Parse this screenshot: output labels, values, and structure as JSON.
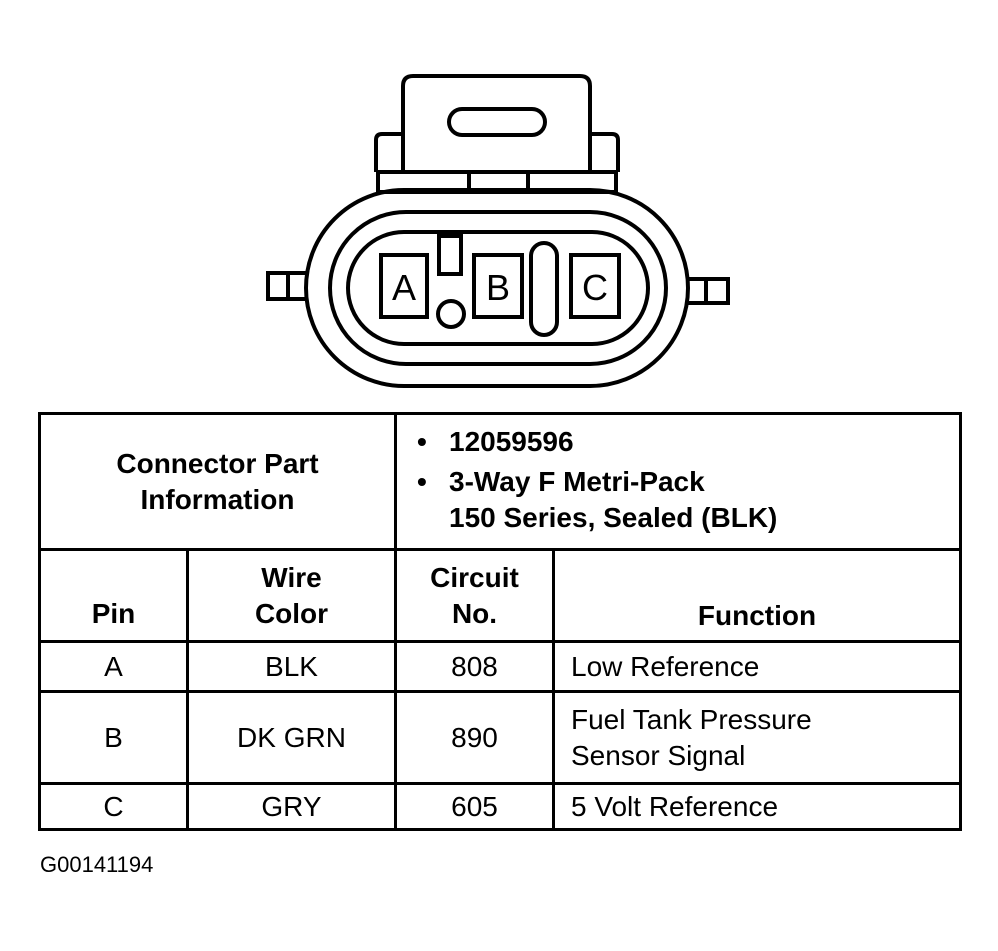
{
  "connector": {
    "pins": [
      "A",
      "B",
      "C"
    ]
  },
  "info": {
    "label_line1": "Connector Part",
    "label_line2": "Information",
    "items": [
      {
        "line1": "12059596",
        "line2": ""
      },
      {
        "line1": "3-Way F Metri-Pack",
        "line2": "150 Series, Sealed (BLK)"
      }
    ],
    "bullet": "•"
  },
  "table": {
    "headers": {
      "pin": "Pin",
      "wire_color_1": "Wire",
      "wire_color_2": "Color",
      "circuit_1": "Circuit",
      "circuit_2": "No.",
      "function": "Function"
    },
    "rows": [
      {
        "pin": "A",
        "wire": "BLK",
        "circuit": "808",
        "function_1": "Low Reference",
        "function_2": ""
      },
      {
        "pin": "B",
        "wire": "DK GRN",
        "circuit": "890",
        "function_1": "Fuel Tank Pressure",
        "function_2": "Sensor Signal"
      },
      {
        "pin": "C",
        "wire": "GRY",
        "circuit": "605",
        "function_1": "5 Volt Reference",
        "function_2": ""
      }
    ]
  },
  "reference_id": "G00141194"
}
